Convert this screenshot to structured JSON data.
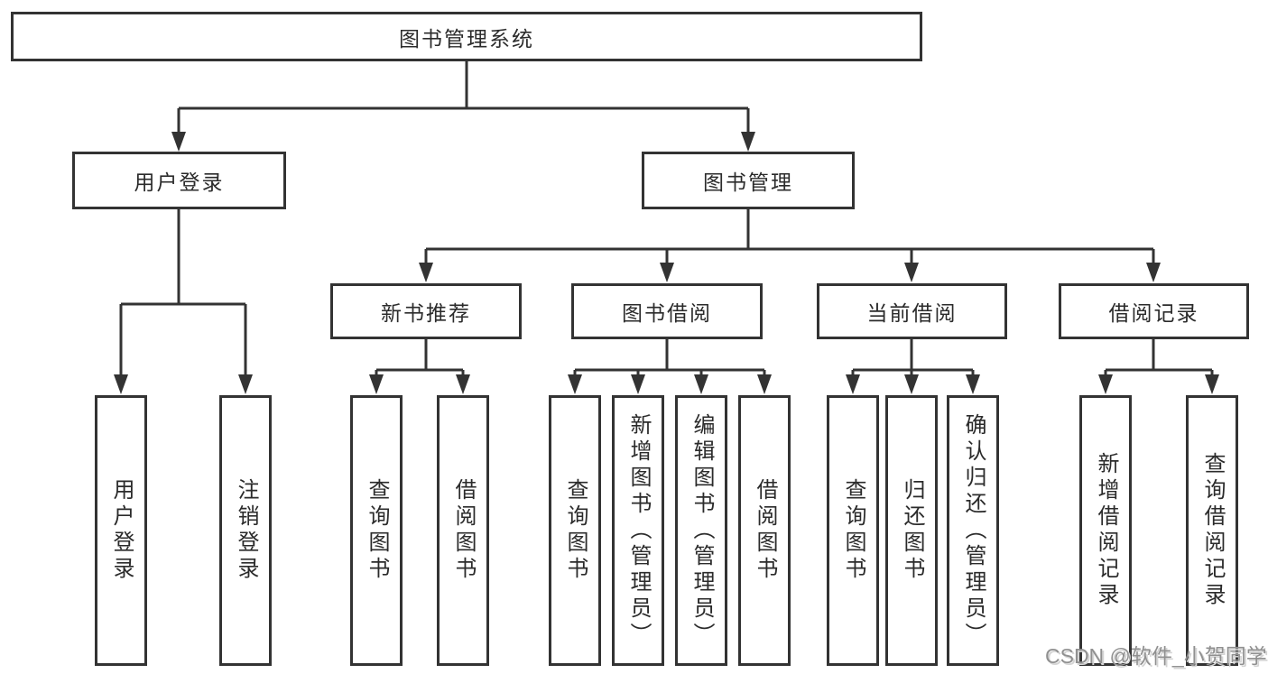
{
  "diagram": {
    "type": "hierarchy-tree",
    "colors": {
      "line": "#333333",
      "box_border": "#333333",
      "box_background": "#ffffff",
      "text": "#2b2b2b",
      "watermark_text": "#909090"
    },
    "tree": {
      "root": {
        "label": "图书管理系统",
        "children": [
          {
            "label": "用户登录",
            "children": [
              {
                "label": "用户登录"
              },
              {
                "label": "注销登录"
              }
            ]
          },
          {
            "label": "图书管理",
            "children": [
              {
                "label": "新书推荐",
                "children": [
                  {
                    "label": "查询图书"
                  },
                  {
                    "label": "借阅图书"
                  }
                ]
              },
              {
                "label": "图书借阅",
                "children": [
                  {
                    "label": "查询图书"
                  },
                  {
                    "label": "新增图书（管理员）"
                  },
                  {
                    "label": "编辑图书（管理员）"
                  },
                  {
                    "label": "借阅图书"
                  }
                ]
              },
              {
                "label": "当前借阅",
                "children": [
                  {
                    "label": "查询图书"
                  },
                  {
                    "label": "归还图书"
                  },
                  {
                    "label": "确认归还（管理员）"
                  }
                ]
              },
              {
                "label": "借阅记录",
                "children": [
                  {
                    "label": "新增借阅记录"
                  },
                  {
                    "label": "查询借阅记录"
                  }
                ]
              }
            ]
          }
        ]
      }
    },
    "watermark": {
      "text": "CSDN @软件_小贺同学"
    }
  }
}
